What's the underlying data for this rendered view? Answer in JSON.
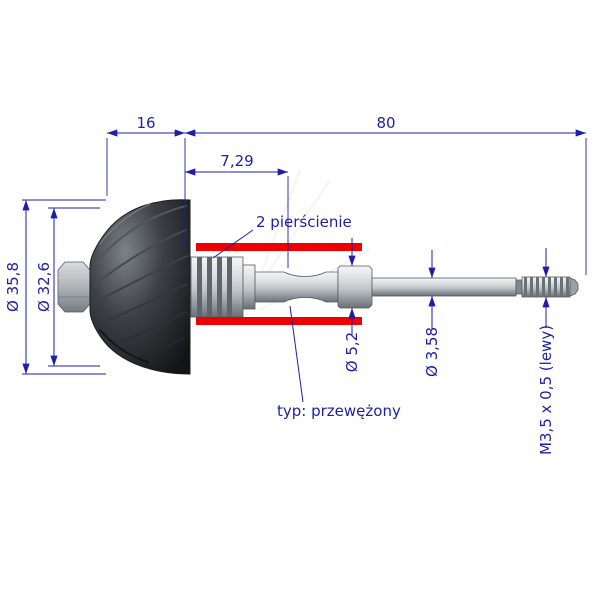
{
  "drawing": {
    "dims": {
      "wheel_width": "16",
      "shaft_length": "80",
      "ring_offset": "7,29",
      "wheel_dia": "Ø 35,8",
      "wheel_inner_dia": "Ø 32,6",
      "waist_dia": "Ø 5,2",
      "shaft_dia": "Ø 3,58",
      "thread_spec": "M3,5 x 0,5 (lewy)"
    },
    "labels": {
      "rings": "2 pierścienie",
      "shaft_type": "typ: przewężony"
    },
    "colors": {
      "dimension_blue": "#1e1ea8",
      "highlight_red": "#ee0000",
      "background": "#ffffff"
    }
  }
}
